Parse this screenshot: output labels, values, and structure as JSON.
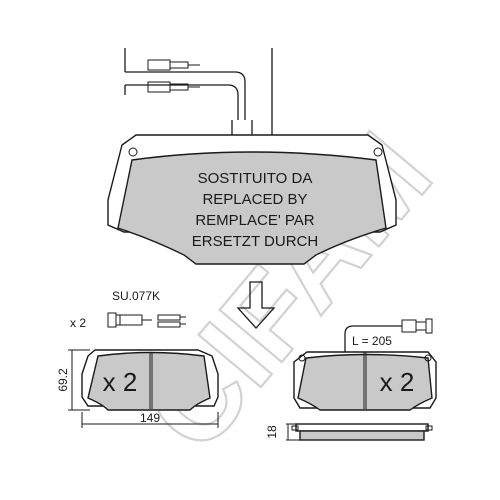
{
  "watermark": {
    "text": "CIFAM"
  },
  "main_pad": {
    "label_lines": [
      "SOSTITUITO DA",
      "REPLACED BY",
      "REMPLACE' PAR",
      "ERSETZT DURCH"
    ],
    "fill_color": "#c9c9c9"
  },
  "sensor_part": {
    "code": "SU.077K",
    "quantity": "x 2"
  },
  "left_pad": {
    "quantity": "x 2",
    "height_dim": "69.2",
    "width_dim": "149",
    "fill_color": "#c9c9c9"
  },
  "right_pad": {
    "quantity": "x 2",
    "wire_length": "L = 205",
    "fill_color": "#c9c9c9"
  },
  "side_view": {
    "thickness_dim": "18"
  }
}
